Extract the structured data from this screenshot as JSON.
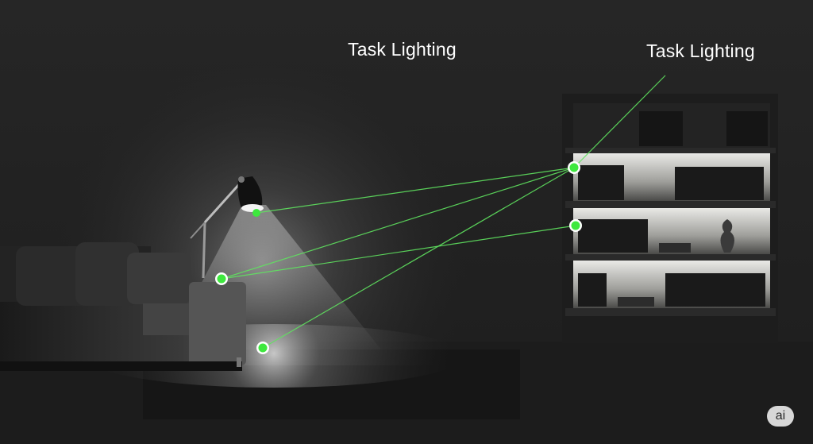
{
  "annotations": {
    "label_1": "Task Lighting",
    "label_2": "Task Lighting"
  },
  "watermark": {
    "text": "ai"
  },
  "colors": {
    "marker_fill": "#3ee83e",
    "marker_ring": "#ffffff",
    "connector_line": "#5fe35f",
    "wall": "#262626",
    "floor": "#1e1e1e"
  }
}
